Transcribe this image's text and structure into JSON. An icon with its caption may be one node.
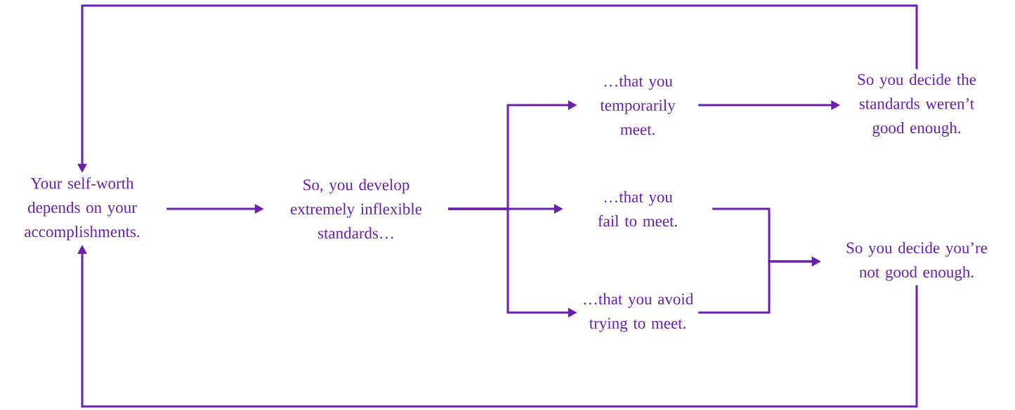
{
  "diagram": {
    "nodes": [
      {
        "text": [
          "Your self-worth depends on your accomplishments."
        ]
      },
      {
        "text": [
          "So, you develop extremely inflexible standards…"
        ]
      },
      {
        "text": [
          "…that you temporarily meet."
        ]
      },
      {
        "text": [
          "…that you fail to meet."
        ]
      },
      {
        "text": [
          "…that you avoid trying to meet."
        ]
      },
      {
        "text": [
          "So you decide the standards weren’t good enough."
        ]
      },
      {
        "text": [
          "So you decide you’re not good enough."
        ]
      }
    ],
    "edges": [
      {
        "from": 0,
        "to": 1,
        "arrow": "to"
      },
      {
        "from": 1,
        "to": 2,
        "arrow": "to"
      },
      {
        "from": 1,
        "to": 3,
        "arrow": "to"
      },
      {
        "from": 1,
        "to": 4,
        "arrow": "to"
      },
      {
        "from": 2,
        "to": 5,
        "arrow": "to"
      },
      {
        "from": 3,
        "to": 6,
        "arrow": "to"
      },
      {
        "from": 4,
        "to": 6,
        "arrow": "to"
      },
      {
        "from": 5,
        "to": 0,
        "arrow": "to"
      },
      {
        "from": 6,
        "to": 0,
        "arrow": "to"
      }
    ]
  }
}
